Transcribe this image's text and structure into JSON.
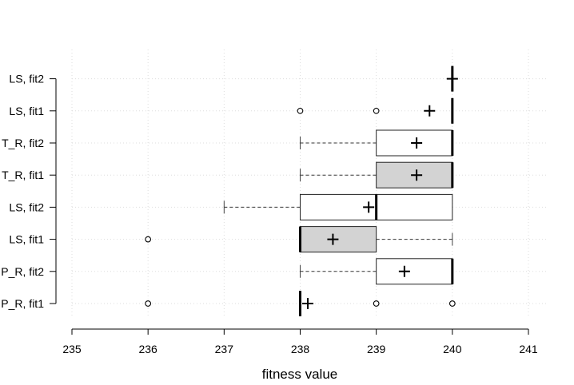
{
  "chart_data": {
    "type": "boxplot",
    "orientation": "horizontal",
    "title": "",
    "xlabel": "fitness value",
    "ylabel": "",
    "xlim": [
      235,
      241
    ],
    "xticks": [
      235,
      236,
      237,
      238,
      239,
      240,
      241
    ],
    "grid": true,
    "mean_marker": "+",
    "colors": {
      "white_box": "#ffffff",
      "gray_box": "#d3d3d3",
      "line": "#000000",
      "grid": "#dddddd"
    },
    "boxes": [
      {
        "label": "P_R, fit1",
        "whisker_low": 238,
        "q1": 238,
        "median": 238,
        "q3": 238,
        "whisker_high": 238,
        "mean": 238.1,
        "outliers": [
          236,
          239,
          240
        ],
        "fill": "white"
      },
      {
        "label": "P_R, fit2",
        "whisker_low": 238,
        "q1": 239,
        "median": 240,
        "q3": 240,
        "whisker_high": 240,
        "mean": 239.37,
        "outliers": [],
        "fill": "white"
      },
      {
        "label": "LS, fit1",
        "whisker_low": 238,
        "q1": 238,
        "median": 238,
        "q3": 239,
        "whisker_high": 240,
        "mean": 238.43,
        "outliers": [
          236
        ],
        "fill": "gray"
      },
      {
        "label": "LS, fit2",
        "whisker_low": 237,
        "q1": 238,
        "median": 239,
        "q3": 240,
        "whisker_high": 240,
        "mean": 238.9,
        "outliers": [],
        "fill": "white"
      },
      {
        "label": "T_R, fit1",
        "whisker_low": 238,
        "q1": 239,
        "median": 240,
        "q3": 240,
        "whisker_high": 240,
        "mean": 239.53,
        "outliers": [],
        "fill": "gray"
      },
      {
        "label": "T_R, fit2",
        "whisker_low": 238,
        "q1": 239,
        "median": 240,
        "q3": 240,
        "whisker_high": 240,
        "mean": 239.53,
        "outliers": [],
        "fill": "white"
      },
      {
        "label": "LS, fit1",
        "whisker_low": 240,
        "q1": 240,
        "median": 240,
        "q3": 240,
        "whisker_high": 240,
        "mean": 239.7,
        "outliers": [
          238,
          239
        ],
        "fill": "white"
      },
      {
        "label": "LS, fit2",
        "whisker_low": 240,
        "q1": 240,
        "median": 240,
        "q3": 240,
        "whisker_high": 240,
        "mean": 240,
        "outliers": [],
        "fill": "white"
      }
    ]
  }
}
